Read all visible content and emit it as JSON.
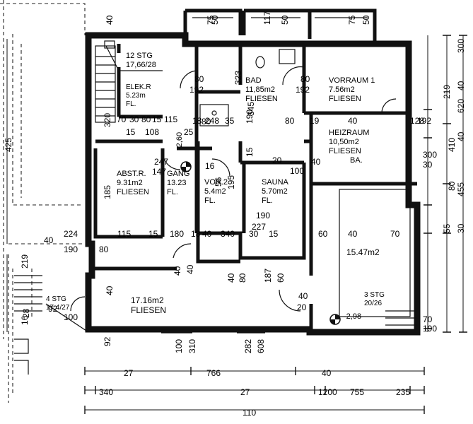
{
  "rooms": {
    "bad": {
      "name": "BAD",
      "area": "11,85m2",
      "floor": "FLIESEN"
    },
    "vorraum": {
      "name": "VORRAUM 1",
      "area": "7.56m2",
      "floor": "FLIESEN"
    },
    "elek": {
      "name": "ELEK.R",
      "area": "5.23m",
      "floor": "FL."
    },
    "heizraum": {
      "name": "HEIZRAUM",
      "area": "10,50m2",
      "floor": "FLIESEN",
      "extra": "BA."
    },
    "abst": {
      "name": "ABST.R.",
      "area": "9.31m2",
      "floor": "FLIESEN"
    },
    "gang": {
      "name": "GANG",
      "area": "13.23",
      "floor": "FL."
    },
    "vor2": {
      "name": "VOR.2",
      "area": "5.4m2",
      "floor": "FL."
    },
    "sauna": {
      "name": "SAUNA",
      "area": "5.70m2",
      "floor": "FL."
    },
    "room_right": {
      "area": "15.47m2"
    },
    "hall": {
      "area": "17.16m2",
      "floor": "FLIESEN"
    }
  },
  "stairs": {
    "top": {
      "name": "12 STG",
      "ratio": "17,66/28"
    },
    "right": {
      "name": "3 STG",
      "ratio": "20/26"
    },
    "left": {
      "name": "4 STG",
      "ratio": "17,4/27"
    }
  },
  "levels": {
    "a": "-2,60",
    "b": "-2,98"
  },
  "labels": [
    "40",
    "75",
    "50",
    "117",
    "50",
    "75",
    "50",
    "80",
    "192",
    "323",
    "80",
    "192",
    "320",
    "70",
    "30",
    "80",
    "15",
    "115",
    "18",
    "248",
    "35",
    "345",
    "80",
    "19",
    "40",
    "128",
    "192",
    "15",
    "108",
    "25",
    "80",
    "190",
    "247",
    "147",
    "16",
    "20",
    "15",
    "100",
    "40",
    "300",
    "30",
    "410",
    "80",
    "185",
    "56",
    "195",
    "190",
    "227",
    "15",
    "115",
    "15",
    "180",
    "18",
    "40",
    "340",
    "30",
    "60",
    "40",
    "70",
    "40",
    "224",
    "190",
    "80",
    "40",
    "40",
    "40",
    "40",
    "80",
    "187",
    "60",
    "40",
    "20",
    "70",
    "190",
    "28",
    "92",
    "100",
    "92",
    "100",
    "310",
    "282",
    "608",
    "27",
    "766",
    "40",
    "340",
    "27",
    "1200",
    "755",
    "235",
    "110",
    "425",
    "219",
    "16",
    "219",
    "300",
    "40",
    "620",
    "40",
    "455",
    "55",
    "30"
  ]
}
